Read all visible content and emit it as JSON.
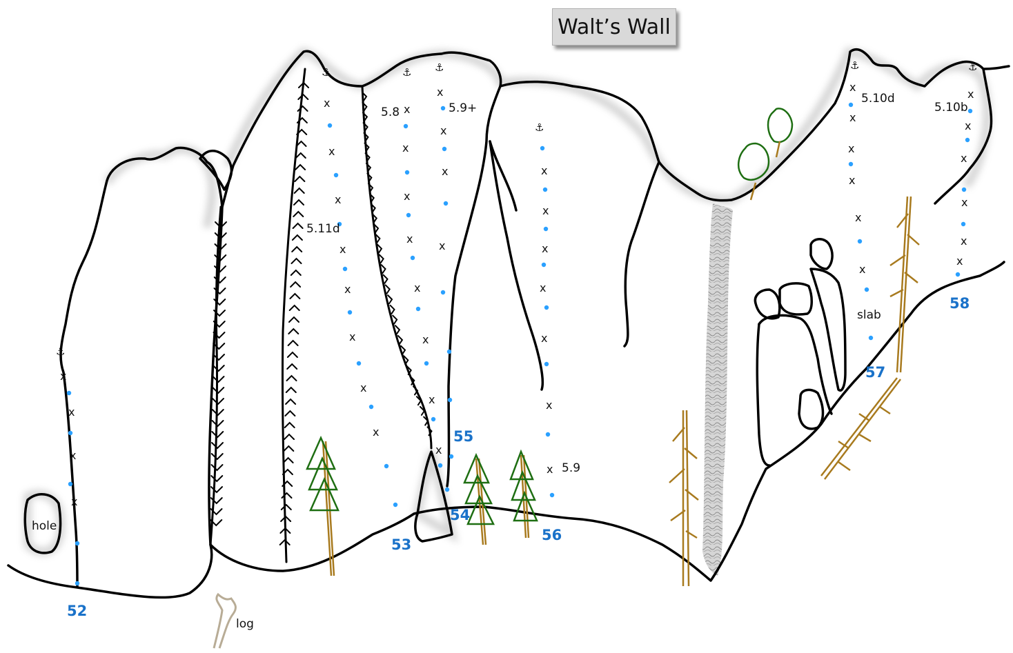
{
  "title": "Walt’s Wall",
  "labels": {
    "hole": "hole",
    "log": "log",
    "slab": "slab"
  },
  "grades": {
    "g_511d": "5.11d",
    "g_58": "5.8",
    "g_59plus": "5.9+",
    "g_59": "5.9",
    "g_510d": "5.10d",
    "g_510b": "5.10b"
  },
  "routes": {
    "r52": "52",
    "r53": "53",
    "r54": "54",
    "r55": "55",
    "r56": "56",
    "r57": "57",
    "r58": "58"
  },
  "symbols": {
    "bolt": "x",
    "anchor": "⚓"
  },
  "colors": {
    "rock_outline": "#000000",
    "bolt_dot": "#2aa0ff",
    "route_number": "#1a72c9",
    "pine_green": "#1e6e12",
    "dead_tree": "#a87a1e",
    "log": "#b8ac96",
    "title_bg": "#d9d9d9"
  }
}
